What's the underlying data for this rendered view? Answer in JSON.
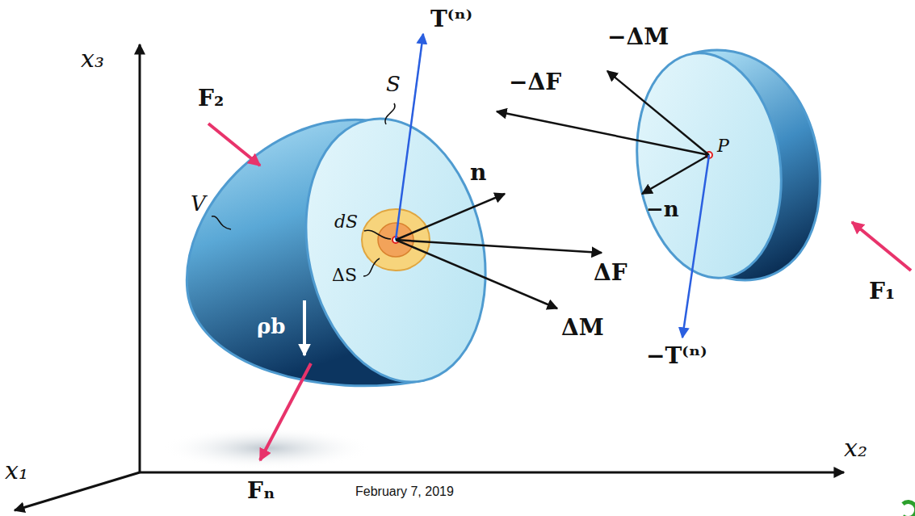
{
  "diagram": {
    "labels": [
      "x₃",
      "S",
      "T⁽ⁿ⁾",
      "−ΔM",
      "−ΔF",
      "P",
      "−n",
      "F₂",
      "V",
      "dS",
      "n",
      "ΔF",
      "ΔS",
      "ΔM",
      "ρb",
      "−T⁽ⁿ⁾",
      "F₁",
      "x₂",
      "Fₙ",
      "x₁",
      "February 7, 2019"
    ]
  }
}
